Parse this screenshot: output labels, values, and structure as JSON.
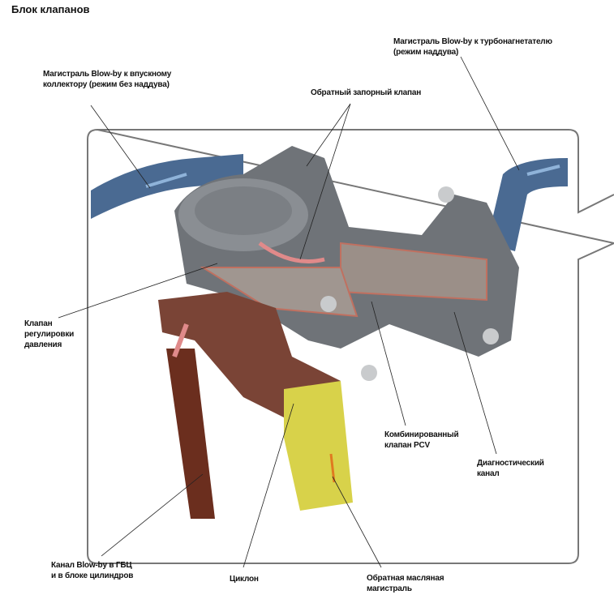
{
  "title": "Блок клапанов",
  "labels": {
    "intake_line": [
      "Магистраль Blow-by к впускному",
      "коллектору (режим без наддува)"
    ],
    "check_valve": [
      "Обратный запорный клапан"
    ],
    "turbo_line": [
      "Магистраль Blow-by к турбонагнетателю",
      "(режим наддува)"
    ],
    "pressure_valve": [
      "Клапан",
      "регулировки",
      "давления"
    ],
    "pcv_valve": [
      "Комбинированный",
      "клапан PCV"
    ],
    "diagnostic": [
      "Диагностический",
      "канал"
    ],
    "head_channel": [
      "Канал Blow-by в ГБЦ",
      "и в блоке цилиндров"
    ],
    "cyclone": [
      "Циклон"
    ],
    "oil_return": [
      "Обратная масляная",
      "магистраль"
    ]
  },
  "colors": {
    "pipe_blue": "#4a6a92",
    "body_gray": "#6f7378",
    "brown": "#6b2e1e",
    "yellow": "#d8d24a",
    "frame": "#777777"
  }
}
